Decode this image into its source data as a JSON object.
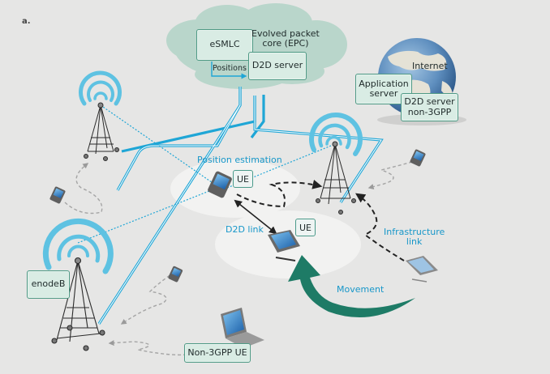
{
  "figure_label": "a.",
  "cloud": {
    "title": "Evolved packet core (EPC)",
    "title_line1": "Evolved packet",
    "title_line2": "core (EPC)",
    "esmlc_label": "eSMLC",
    "d2d_server_label": "D2D server",
    "positions_label": "Positions"
  },
  "internet": {
    "label": "Internet",
    "app_server_line1": "Application",
    "app_server_line2": "server",
    "d2d_non3gpp_line1": "D2D server",
    "d2d_non3gpp_line2": "non-3GPP"
  },
  "labels": {
    "position_estimation": "Position estimation",
    "d2d_link": "D2D link",
    "infrastructure_link_line1": "Infrastructure",
    "infrastructure_link_line2": "link",
    "movement": "Movement",
    "enodeb": "enodeB",
    "non3gpp_ue": "Non-3GPP UE",
    "ue_1": "UE",
    "ue_2": "UE"
  },
  "colors": {
    "background": "#e6e6e5",
    "cloud": "#b9d6cb",
    "box_fill": "#d9ece4",
    "box_border": "#4f9a85",
    "link_blue": "#1fa6d6",
    "signal_blue": "#5ec2e2",
    "label_blue": "#1797c9",
    "movement_arrow": "#1e7b66",
    "ellipse": "#f3f3f2"
  }
}
